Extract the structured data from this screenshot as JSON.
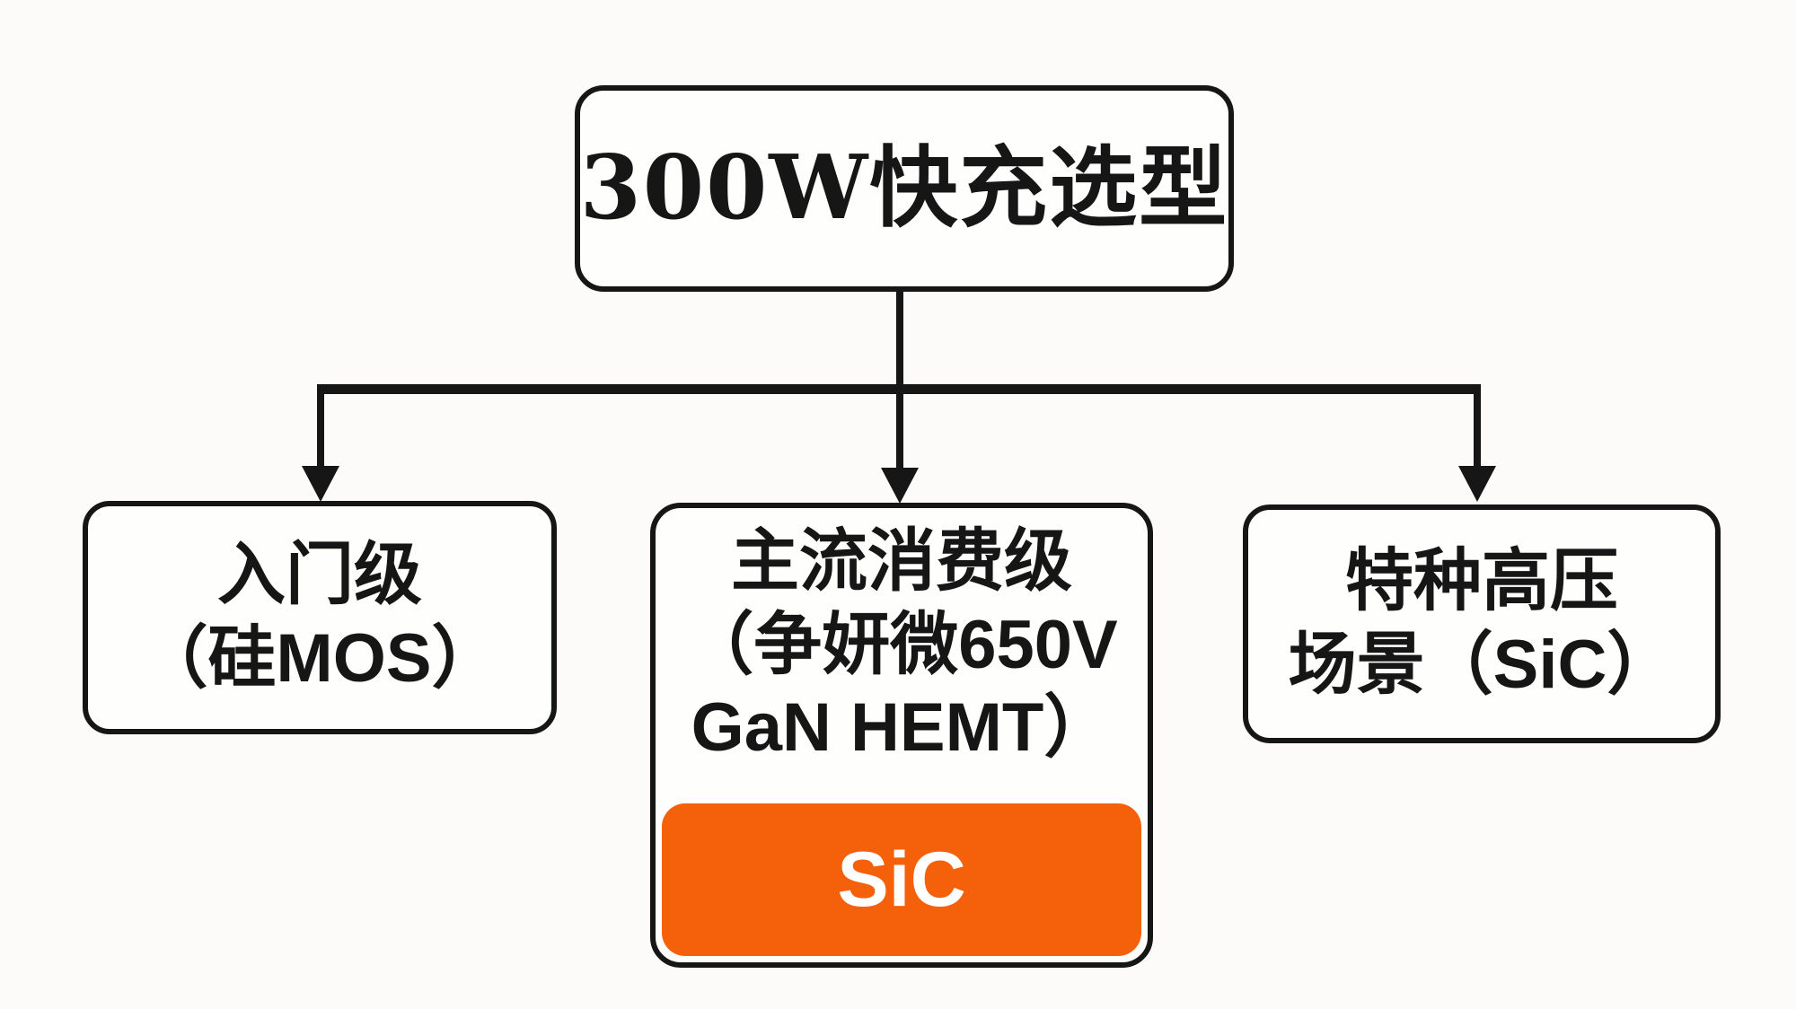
{
  "page": {
    "background": "#FCFBF9"
  },
  "colors": {
    "line": "#161616",
    "box_border": "#161616",
    "box_background": "#FEFEFD",
    "text": "#161616",
    "badge_background": "#F5610B",
    "badge_text": "#FFFFFF"
  },
  "diagram": {
    "root": {
      "label": "300W快充选型"
    },
    "branches": [
      {
        "id": "entry-level",
        "lines": [
          "入门级",
          "（硅MOS）"
        ]
      },
      {
        "id": "mainstream-consumer",
        "lines": [
          "主流消费级",
          "（争妍微650V",
          "GaN HEMT）"
        ],
        "badge": "SiC"
      },
      {
        "id": "special-high-voltage",
        "lines": [
          "特种高压",
          "场景（SiC）"
        ]
      }
    ]
  }
}
